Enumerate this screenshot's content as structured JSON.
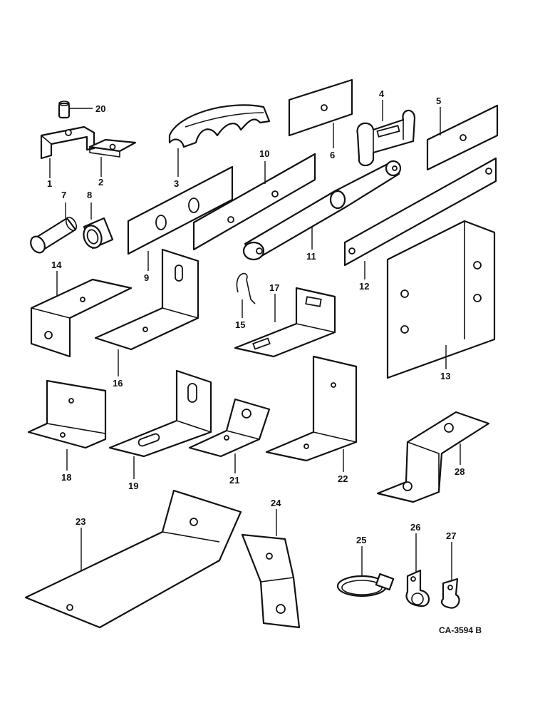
{
  "figure_code": "CA-3594 B",
  "callouts": [
    "1",
    "2",
    "3",
    "4",
    "5",
    "6",
    "7",
    "8",
    "9",
    "10",
    "11",
    "12",
    "13",
    "14",
    "15",
    "16",
    "17",
    "18",
    "19",
    "20",
    "21",
    "22",
    "23",
    "24",
    "25",
    "26",
    "27",
    "28"
  ]
}
